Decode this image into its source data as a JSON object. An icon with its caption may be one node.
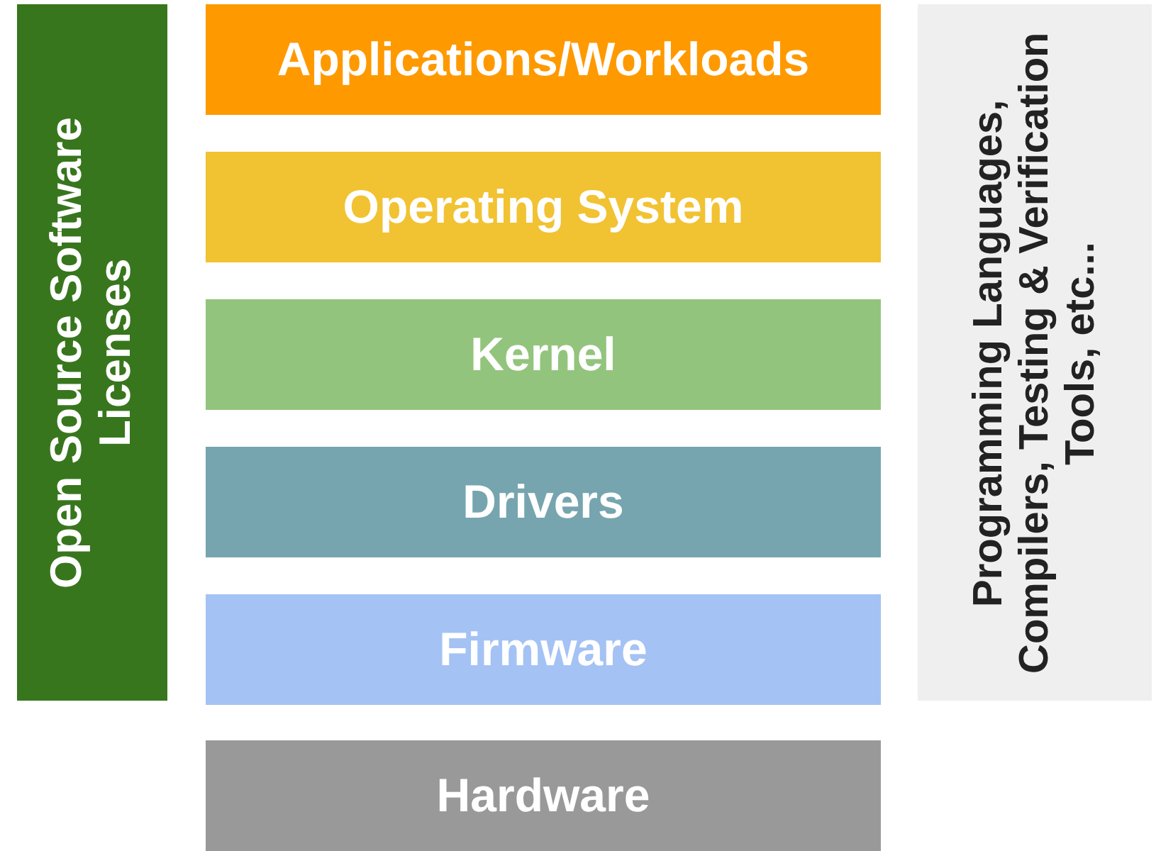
{
  "diagram": {
    "nodes": [
      {
        "text": [
          "Open Source Software Licenses"
        ]
      },
      {
        "text": [
          "Applications/Workloads"
        ]
      },
      {
        "text": [
          "Operating System"
        ]
      },
      {
        "text": [
          "Kernel"
        ]
      },
      {
        "text": [
          "Drivers"
        ]
      },
      {
        "text": [
          "Firmware"
        ]
      },
      {
        "text": [
          "Hardware"
        ]
      },
      {
        "text": [
          "Programming Languages, Compilers, Testing & Verification Tools, etc..."
        ]
      }
    ]
  }
}
